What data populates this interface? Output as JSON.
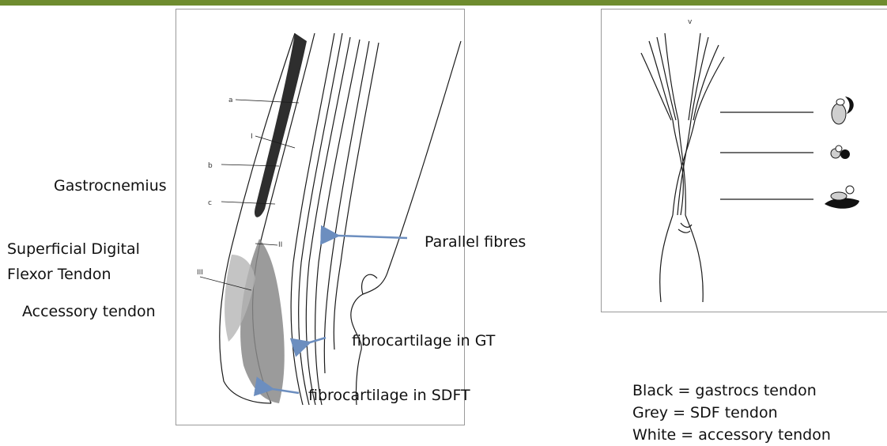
{
  "colors": {
    "top_bar": "#6f8c2f",
    "arrow": "#6c8ebf",
    "ink": "#1a1a1a",
    "shade_dark": "#3a3a3a",
    "shade_mid": "#8a8a8a"
  },
  "labels": {
    "gastrocnemius": "Gastrocnemius",
    "sdft_line1": "Superficial Digital",
    "sdft_line2": "Flexor Tendon",
    "accessory_tendon": "Accessory tendon",
    "parallel_fibres": "Parallel fibres",
    "fibrocartilage_gt": "fibrocartilage in GT",
    "fibrocartilage_sdft": "fibrocartilage in SDFT"
  },
  "figure_letters": {
    "a": "a",
    "b": "b",
    "c": "c",
    "I": "I",
    "II": "II",
    "III": "III",
    "v": "v"
  },
  "legend": {
    "black": "Black = gastrocs tendon",
    "grey": "Grey = SDF tendon",
    "white": "White = accessory tendon"
  }
}
